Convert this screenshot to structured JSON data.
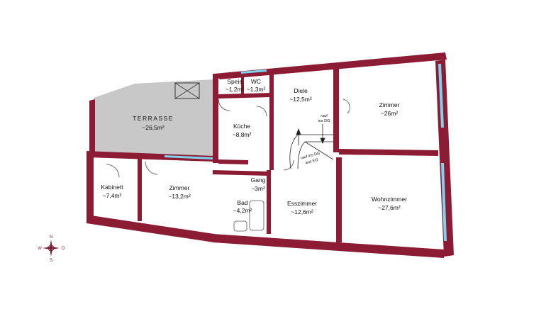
{
  "rooms": {
    "speis": {
      "name": "Speis",
      "area": "~1,2m²"
    },
    "wc": {
      "name": "WC",
      "area": "~1,3m²"
    },
    "diele": {
      "name": "Diele",
      "area": "~12,5m²"
    },
    "zimmer26": {
      "name": "Zimmer",
      "area": "~26m²"
    },
    "terrasse": {
      "name": "TERRASSE",
      "area": "~26,5m²"
    },
    "kueche": {
      "name": "Küche",
      "area": "~8,8m²"
    },
    "kabinett": {
      "name": "Kabinett",
      "area": "~7,4m²"
    },
    "zimmer13": {
      "name": "Zimmer",
      "area": "~13,2m²"
    },
    "gang": {
      "name": "Gang",
      "area": "~3m²"
    },
    "bad": {
      "name": "Bad",
      "area": "~4,2m²"
    },
    "esszimmer": {
      "name": "Esszimmer",
      "area": "~12,6m²"
    },
    "wohnzimmer": {
      "name": "Wohnzimmer",
      "area": "~27,6m²"
    }
  },
  "stairs": {
    "up_label_1": "rauf",
    "up_label_2": "ins DG",
    "down_label_1": "rauf ins DG",
    "down_label_2": "aus EG"
  },
  "compass": {
    "n": "N",
    "s": "S",
    "w": "W",
    "o": "O"
  },
  "colors": {
    "wall": "#8c1c33",
    "window": "#7fd3ee",
    "terrace": "#c8c8c8",
    "floor": "#ffffff"
  }
}
